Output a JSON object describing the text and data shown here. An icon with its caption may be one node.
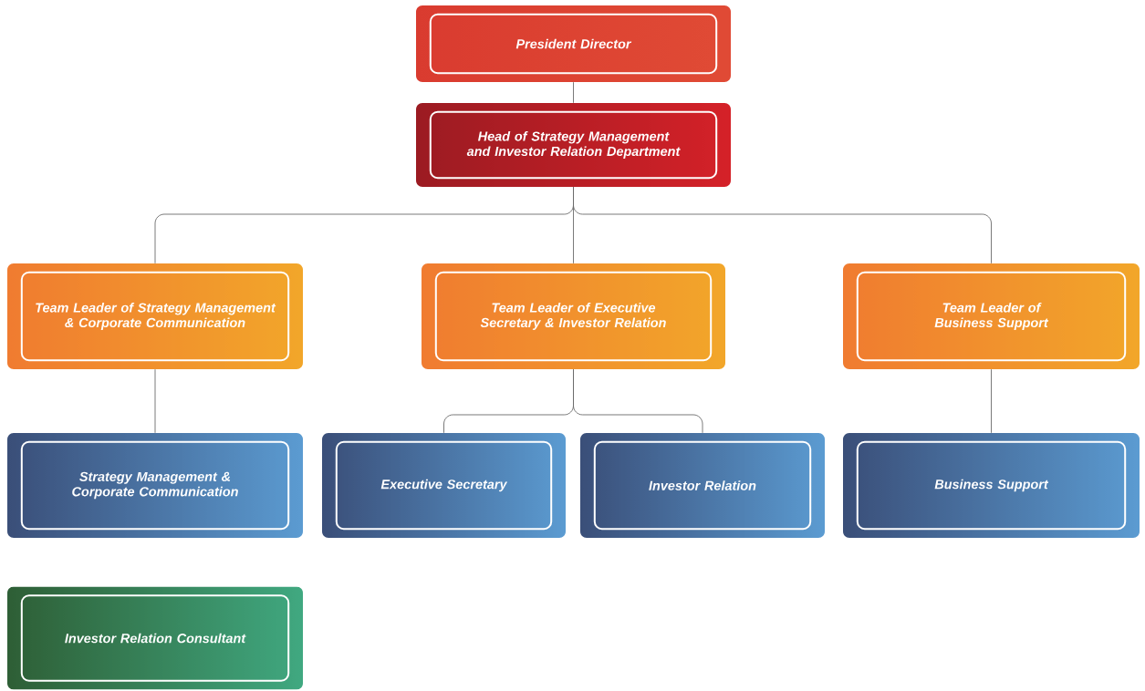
{
  "diagram": {
    "nodes": [
      {
        "text": [
          "President Director"
        ]
      },
      {
        "text": [
          "Head of Strategy Management and Investor Relation Department"
        ]
      },
      {
        "text": [
          "Team Leader of Strategy Management & Corporate Communication"
        ]
      },
      {
        "text": [
          "Team Leader of Executive Secretary & Investor Relation"
        ]
      },
      {
        "text": [
          "Team Leader of Business Support"
        ]
      },
      {
        "text": [
          "Strategy Management & Corporate Communication"
        ]
      },
      {
        "text": [
          "Executive Secretary"
        ]
      },
      {
        "text": [
          "Investor Relation"
        ]
      },
      {
        "text": [
          "Business Support"
        ]
      },
      {
        "text": [
          "Investor Relation Consultant"
        ]
      }
    ],
    "edges": [
      {
        "from": 0,
        "to": 1,
        "arrow": "none"
      },
      {
        "from": 1,
        "to": 2,
        "arrow": "none"
      },
      {
        "from": 1,
        "to": 3,
        "arrow": "none"
      },
      {
        "from": 1,
        "to": 4,
        "arrow": "none"
      },
      {
        "from": 2,
        "to": 5,
        "arrow": "none"
      },
      {
        "from": 3,
        "to": 6,
        "arrow": "none"
      },
      {
        "from": 3,
        "to": 7,
        "arrow": "none"
      },
      {
        "from": 4,
        "to": 8,
        "arrow": "none"
      }
    ]
  }
}
